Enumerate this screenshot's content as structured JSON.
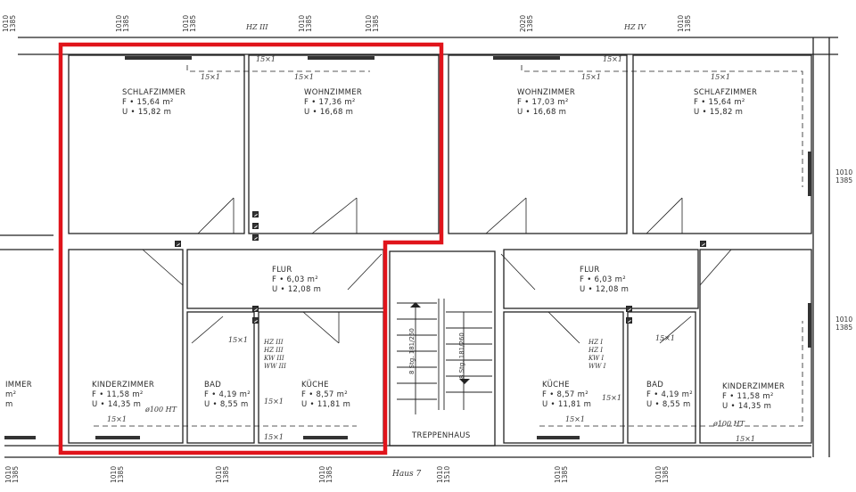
{
  "plan": {
    "title_top_left": "HZ III",
    "title_top_right": "HZ IV",
    "house_label": "Haus 7",
    "highlight_color": "#e0141b",
    "line_color": "#222222"
  },
  "rooms": {
    "left": {
      "schlafzimmer": {
        "name": "SCHLAFZIMMER",
        "area": "F • 15,64 m²",
        "perimeter": "U • 15,82 m"
      },
      "wohnzimmer": {
        "name": "WOHNZIMMER",
        "area": "F • 17,36 m²",
        "perimeter": "U • 16,68 m"
      },
      "flur": {
        "name": "FLUR",
        "area": "F • 6,03 m²",
        "perimeter": "U • 12,08 m"
      },
      "kinderzimmer": {
        "name": "KINDERZIMMER",
        "area": "F • 11,58 m²",
        "perimeter": "U • 14,35 m"
      },
      "bad": {
        "name": "BAD",
        "area": "F • 4,19 m²",
        "perimeter": "U • 8,55 m"
      },
      "kueche": {
        "name": "KÜCHE",
        "area": "F • 8,57 m²",
        "perimeter": "U • 11,81 m"
      }
    },
    "right": {
      "wohnzimmer": {
        "name": "WOHNZIMMER",
        "area": "F • 17,03 m²",
        "perimeter": "U • 16,68 m"
      },
      "schlafzimmer": {
        "name": "SCHLAFZIMMER",
        "area": "F • 15,64 m²",
        "perimeter": "U • 15,82 m"
      },
      "flur": {
        "name": "FLUR",
        "area": "F • 6,03 m²",
        "perimeter": "U • 12,08 m"
      },
      "kueche": {
        "name": "KÜCHE",
        "area": "F • 8,57 m²",
        "perimeter": "U • 11,81 m"
      },
      "bad": {
        "name": "BAD",
        "area": "F • 4,19 m²",
        "perimeter": "U • 8,55 m"
      },
      "kinderzimmer": {
        "name": "KINDERZIMMER",
        "area": "F • 11,58 m²",
        "perimeter": "U • 14,35 m"
      }
    },
    "treppenhaus": {
      "name": "TREPPENHAUS",
      "stair_left": "8 Stg. 181/260",
      "stair_right": "8 Stg. 181/260"
    },
    "partial_left": {
      "name": "IMMER",
      "area": "m²",
      "perimeter": "m"
    }
  },
  "annotations": {
    "radiator": "15×1",
    "pipe_left": "ø100 HT",
    "pipe_right": "ø100 HT",
    "meters_left": [
      "HZ III",
      "HZ III",
      "KW III",
      "WW III"
    ],
    "meters_right": [
      "HZ I",
      "HZ I",
      "KW I",
      "WW I"
    ]
  },
  "dimensions": {
    "window_std": [
      "1010",
      "1385"
    ],
    "window_wide": [
      "2020",
      "1385"
    ],
    "stair_window": [
      "1010",
      "1510"
    ]
  }
}
